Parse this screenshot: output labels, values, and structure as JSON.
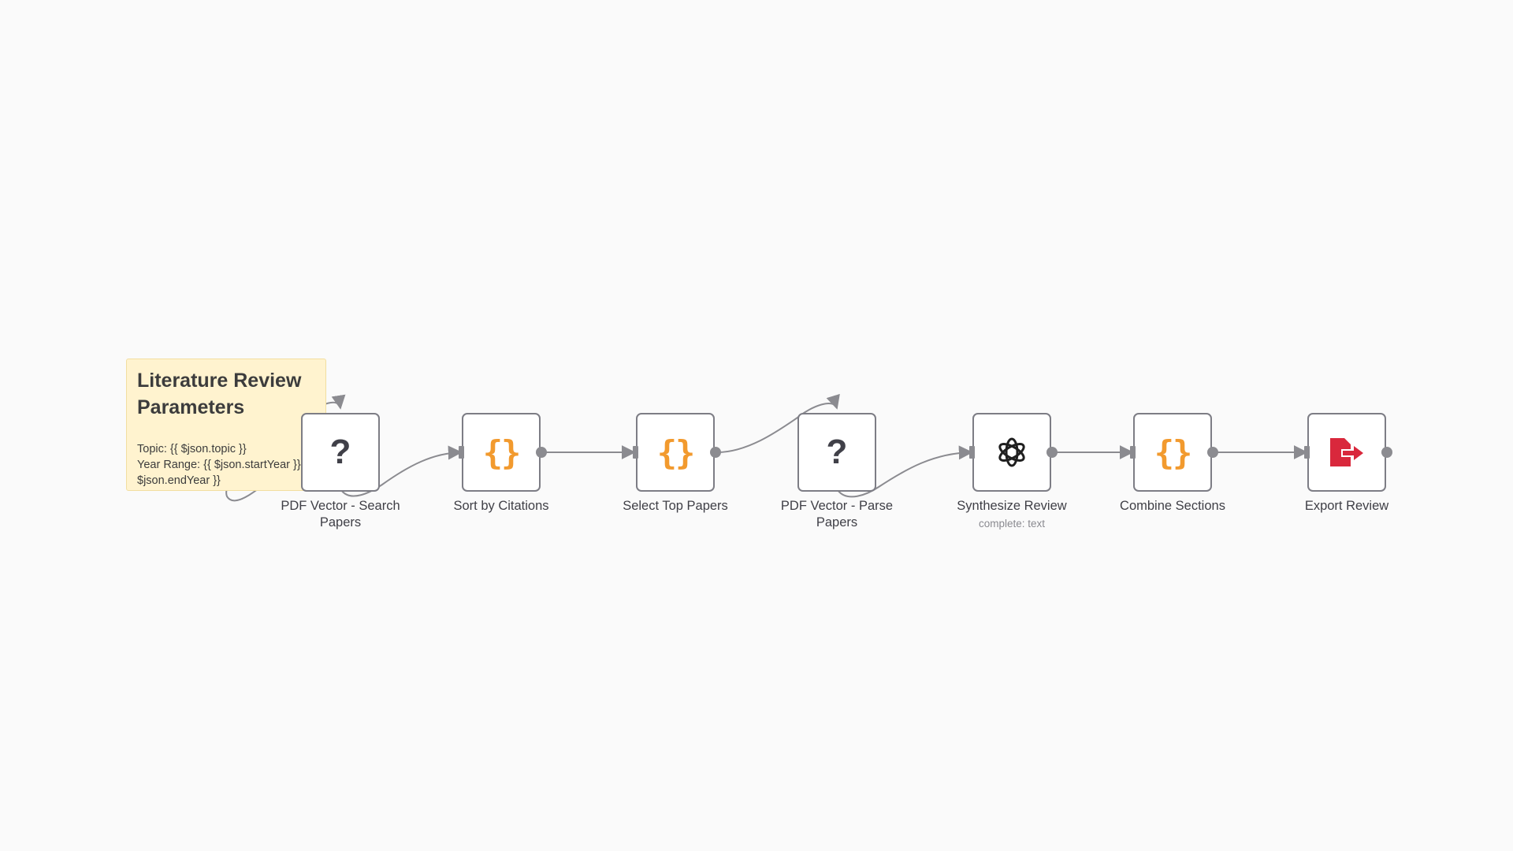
{
  "sticky_note": {
    "title": "Literature Review Parameters",
    "body": "Topic: {{ $json.topic }}\nYear Range: {{ $json.startYear }}-{{ $json.endYear }}"
  },
  "nodes": [
    {
      "id": "search",
      "label": "PDF Vector - Search Papers",
      "icon": "question-icon",
      "subtitle": ""
    },
    {
      "id": "sort",
      "label": "Sort by Citations",
      "icon": "code-braces-icon",
      "subtitle": ""
    },
    {
      "id": "select",
      "label": "Select Top Papers",
      "icon": "code-braces-icon",
      "subtitle": ""
    },
    {
      "id": "parse",
      "label": "PDF Vector - Parse Papers",
      "icon": "question-icon",
      "subtitle": ""
    },
    {
      "id": "synth",
      "label": "Synthesize Review",
      "icon": "openai-icon",
      "subtitle": "complete: text"
    },
    {
      "id": "combine",
      "label": "Combine Sections",
      "icon": "code-braces-icon",
      "subtitle": ""
    },
    {
      "id": "export",
      "label": "Export Review",
      "icon": "export-file-icon",
      "subtitle": ""
    }
  ],
  "colors": {
    "canvas": "#fafafa",
    "sticky_bg": "#fff3cf",
    "node_border": "#7d7d85",
    "edge": "#8b8b90",
    "code_icon": "#f29a2e",
    "export_icon": "#d9283c"
  }
}
